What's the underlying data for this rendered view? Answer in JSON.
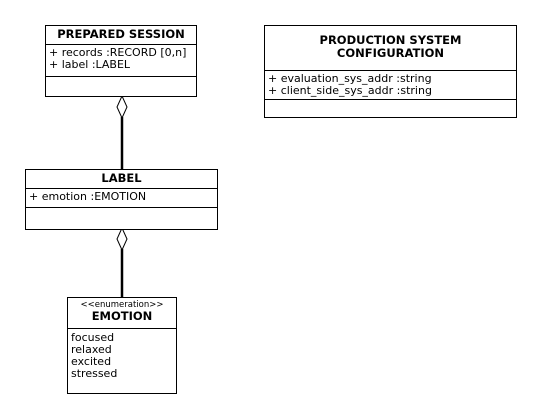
{
  "classes": {
    "prepared_session": {
      "name": "PREPARED SESSION",
      "attributes": [
        "+ records :RECORD [0,n]",
        "+ label :LABEL"
      ]
    },
    "production_config": {
      "name_line1": "PRODUCTION SYSTEM",
      "name_line2": "CONFIGURATION",
      "attributes": [
        "+ evaluation_sys_addr :string",
        "+ client_side_sys_addr :string"
      ]
    },
    "label": {
      "name": "LABEL",
      "attributes": [
        "+ emotion :EMOTION"
      ]
    },
    "emotion": {
      "stereotype": "<<enumeration>>",
      "name": "EMOTION",
      "literals": [
        "focused",
        "relaxed",
        "excited",
        "stressed"
      ]
    }
  },
  "relationships": [
    {
      "type": "aggregation",
      "whole": "PREPARED SESSION",
      "part": "LABEL"
    },
    {
      "type": "aggregation",
      "whole": "LABEL",
      "part": "EMOTION"
    }
  ],
  "colors": {
    "line": "#000000",
    "fill": "#ffffff"
  }
}
